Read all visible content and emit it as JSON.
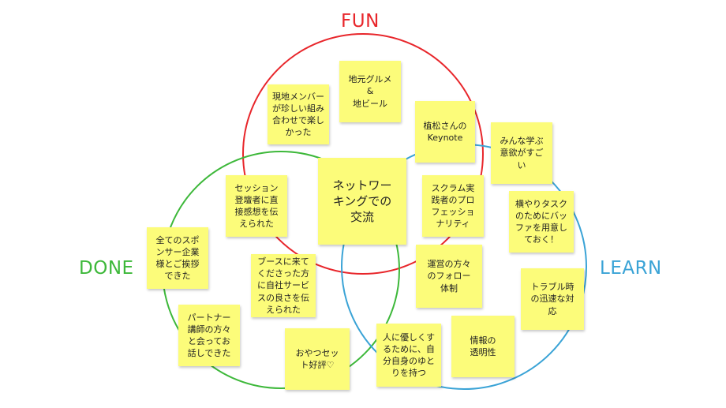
{
  "labels": {
    "fun": {
      "text": "FUN",
      "color": "#e8262b"
    },
    "done": {
      "text": "DONE",
      "color": "#3db83a"
    },
    "learn": {
      "text": "LEARN",
      "color": "#3aa3d6"
    }
  },
  "circle_colors": {
    "fun": "#e8262b",
    "done": "#3db83a",
    "learn": "#3aa3d6"
  },
  "note_color": "#fcfc7a",
  "notes": {
    "local_members": "現地メンバー\nが珍しい組み\n合わせで楽し\nかった",
    "gourmet": "地元グルメ\n&\n地ビール",
    "keynote": "植松さんの\nKeynote",
    "eager": "みんな学ぶ\n意欲がすご\nい",
    "session": "セッション\n登壇者に直\n接感想を伝\nえられた",
    "networking": "ネットワー\nキングでの\n交流",
    "scrum": "スクラム実\n践者のプロ\nフェッショ\nナリティ",
    "buffer": "横やりタスク\nのためにバッ\nファを用意し\nておく！",
    "sponsors": "全てのスポ\nンサー企業\n様とご挨拶\nできた",
    "booth": "ブースに来て\nくださった方\nに自社サービ\nスの良さを伝\nえられた",
    "staff_follow": "運営の方々\nのフォロー\n体制",
    "trouble": "トラブル時\nの迅速な対\n応",
    "partner": "パートナー\n講師の方々\nと会ってお\n話しできた",
    "snacks": "おやつセッ\nト好評♡",
    "kindness": "人に優しくす\nるために、自\n分自身のゆと\nりを持つ",
    "transparency": "情報の\n透明性"
  }
}
